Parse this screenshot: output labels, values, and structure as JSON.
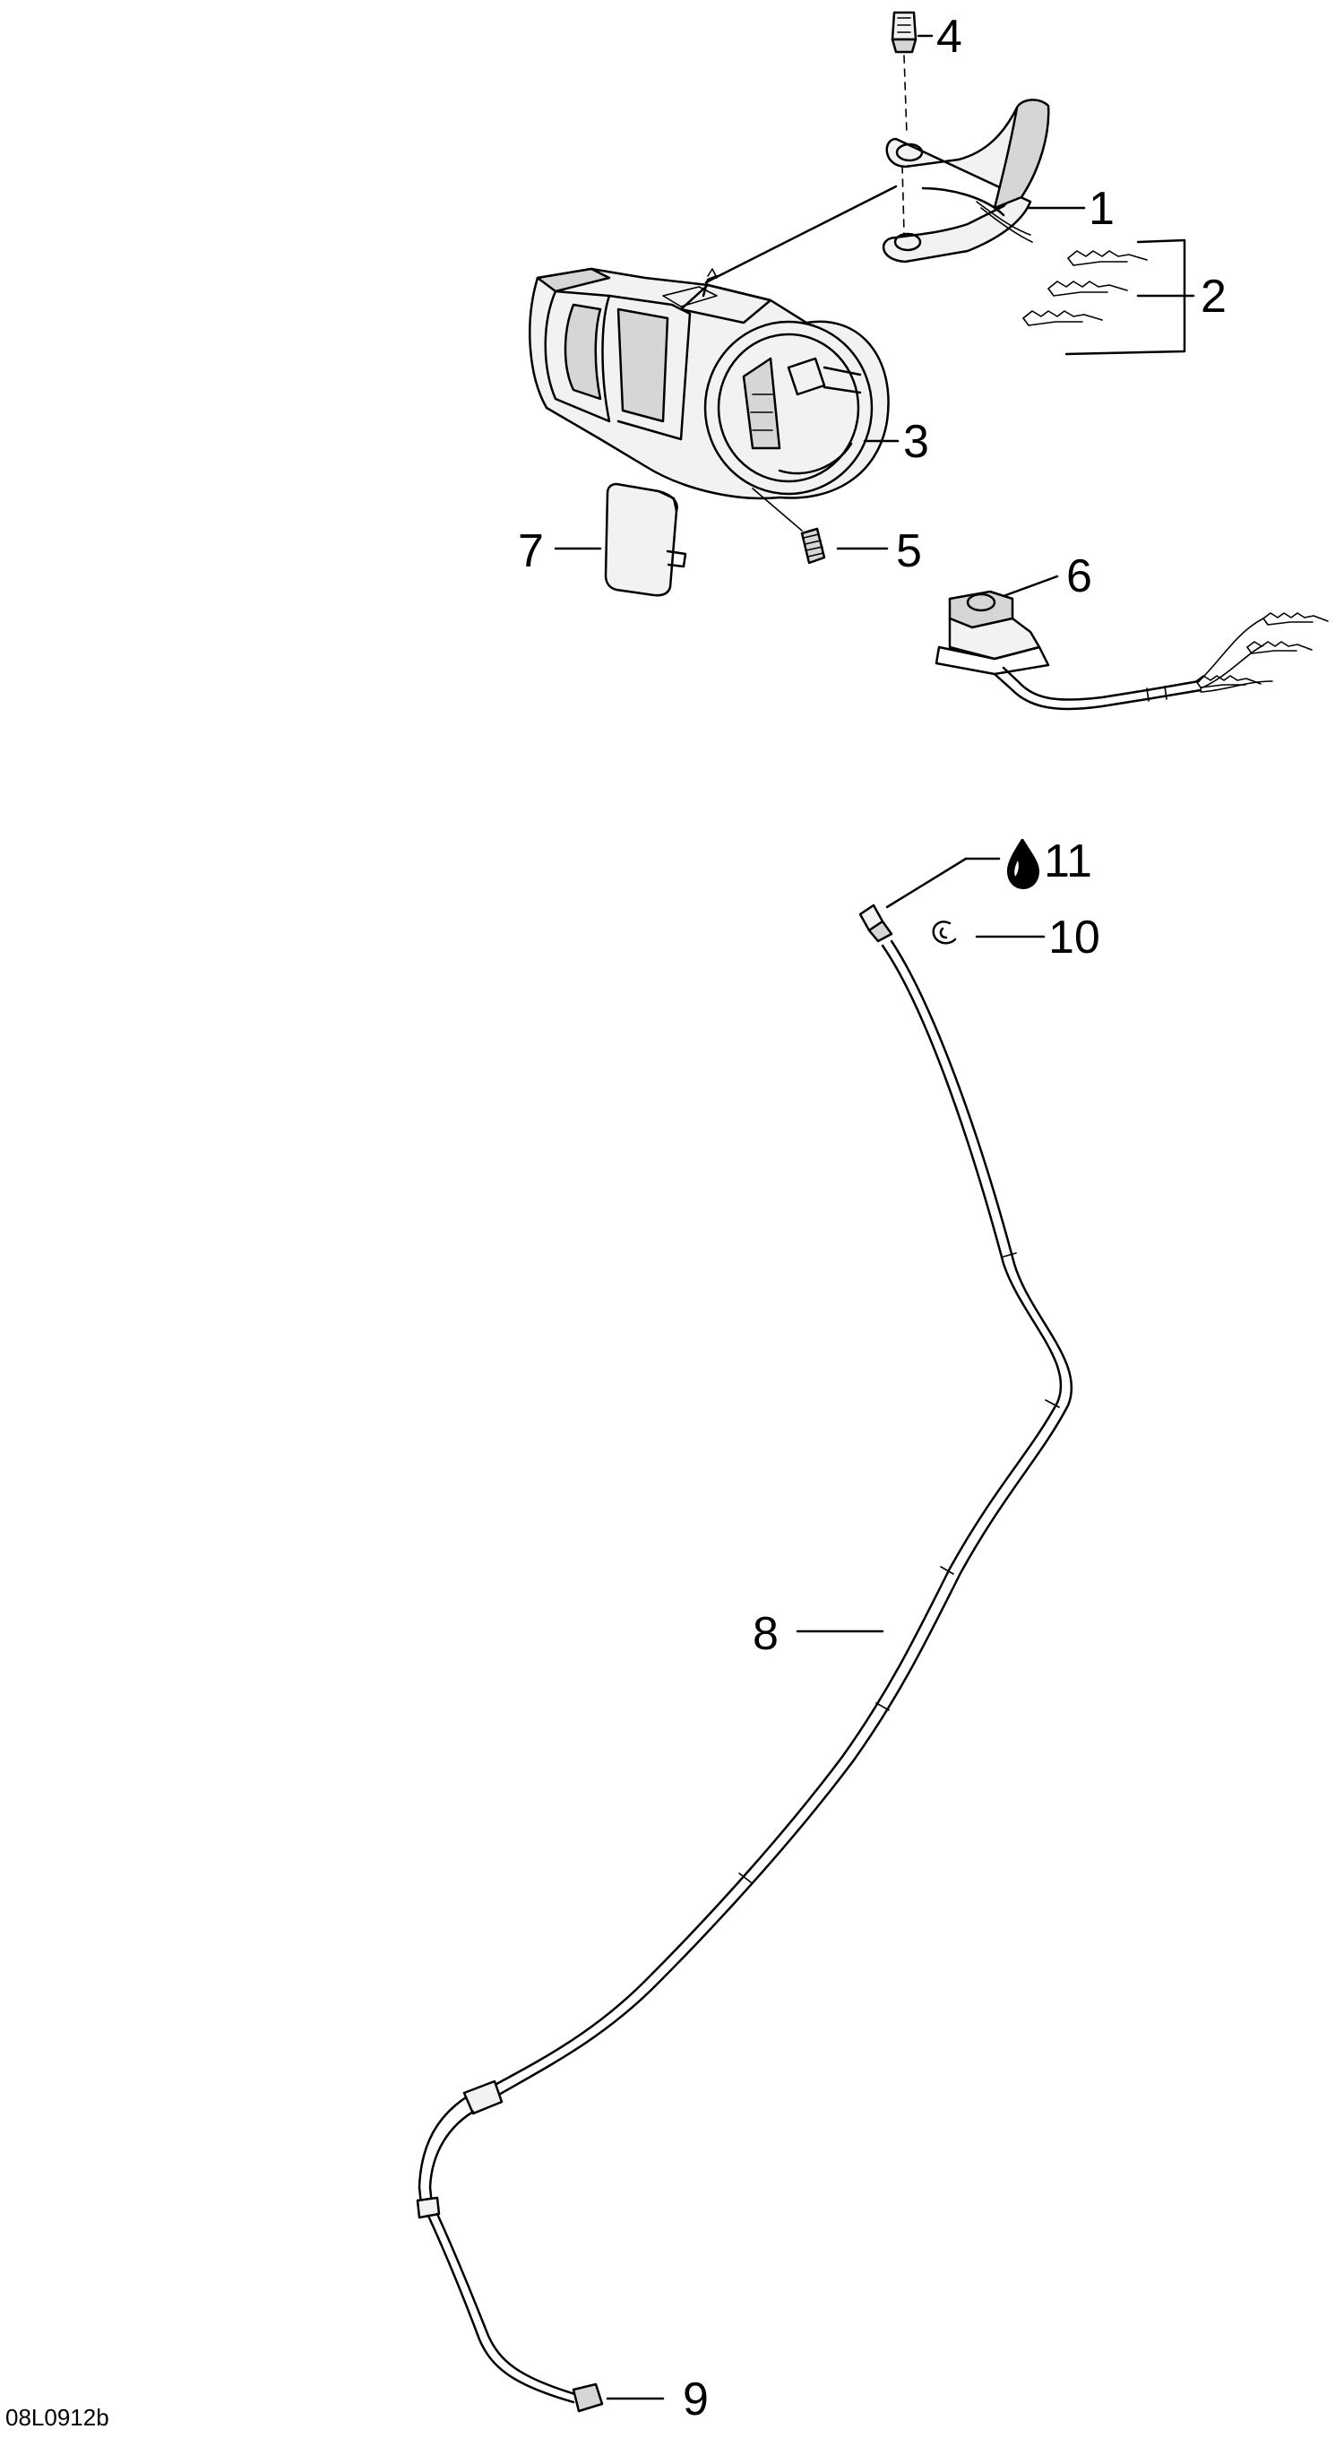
{
  "diagram": {
    "drawing_code": "08L0912b",
    "callouts": [
      {
        "id": "c1",
        "text": "1"
      },
      {
        "id": "c2",
        "text": "2"
      },
      {
        "id": "c3",
        "text": "3"
      },
      {
        "id": "c4",
        "text": "4"
      },
      {
        "id": "c5",
        "text": "5"
      },
      {
        "id": "c6",
        "text": "6"
      },
      {
        "id": "c7",
        "text": "7"
      },
      {
        "id": "c8",
        "text": "8"
      },
      {
        "id": "c9",
        "text": "9"
      },
      {
        "id": "c10",
        "text": "10"
      },
      {
        "id": "c11",
        "text": "11"
      }
    ],
    "icons": {
      "c11": "fluid-drop-icon"
    }
  }
}
